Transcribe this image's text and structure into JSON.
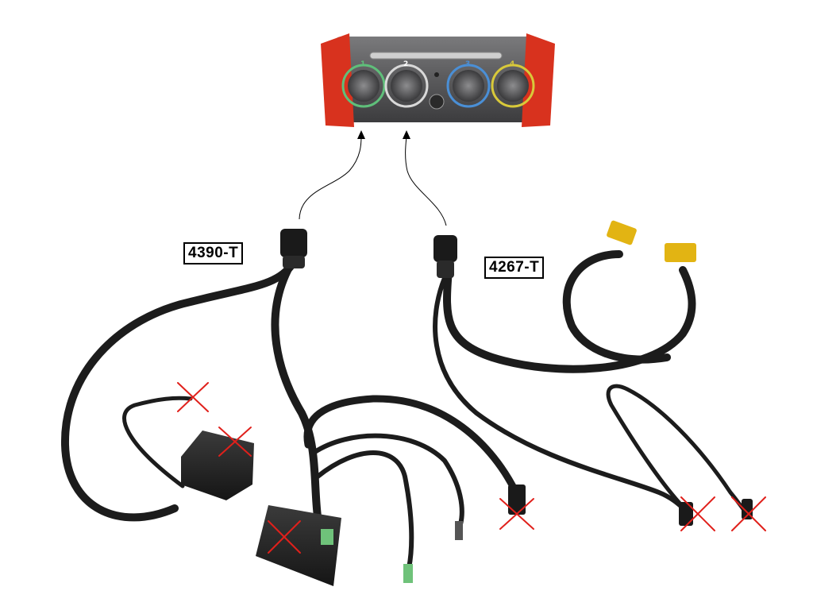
{
  "labels": {
    "cable_a": "4390-T",
    "cable_b": "4267-T"
  },
  "device": {
    "port_numbers": [
      "1",
      "2",
      "3",
      "4"
    ],
    "port_ring_colors": [
      "#5fbf7a",
      "#d9d9d9",
      "#4a8fd6",
      "#d8c93a"
    ]
  },
  "colors": {
    "bumper": "#d8321e",
    "cable": "#1c1c1c",
    "cross": "#e0201b",
    "connector_yellow": "#e2b413",
    "connector_green": "#6fc27a"
  },
  "icons": {
    "arrow": "arrow-up-icon",
    "cross": "x-mark-icon"
  }
}
